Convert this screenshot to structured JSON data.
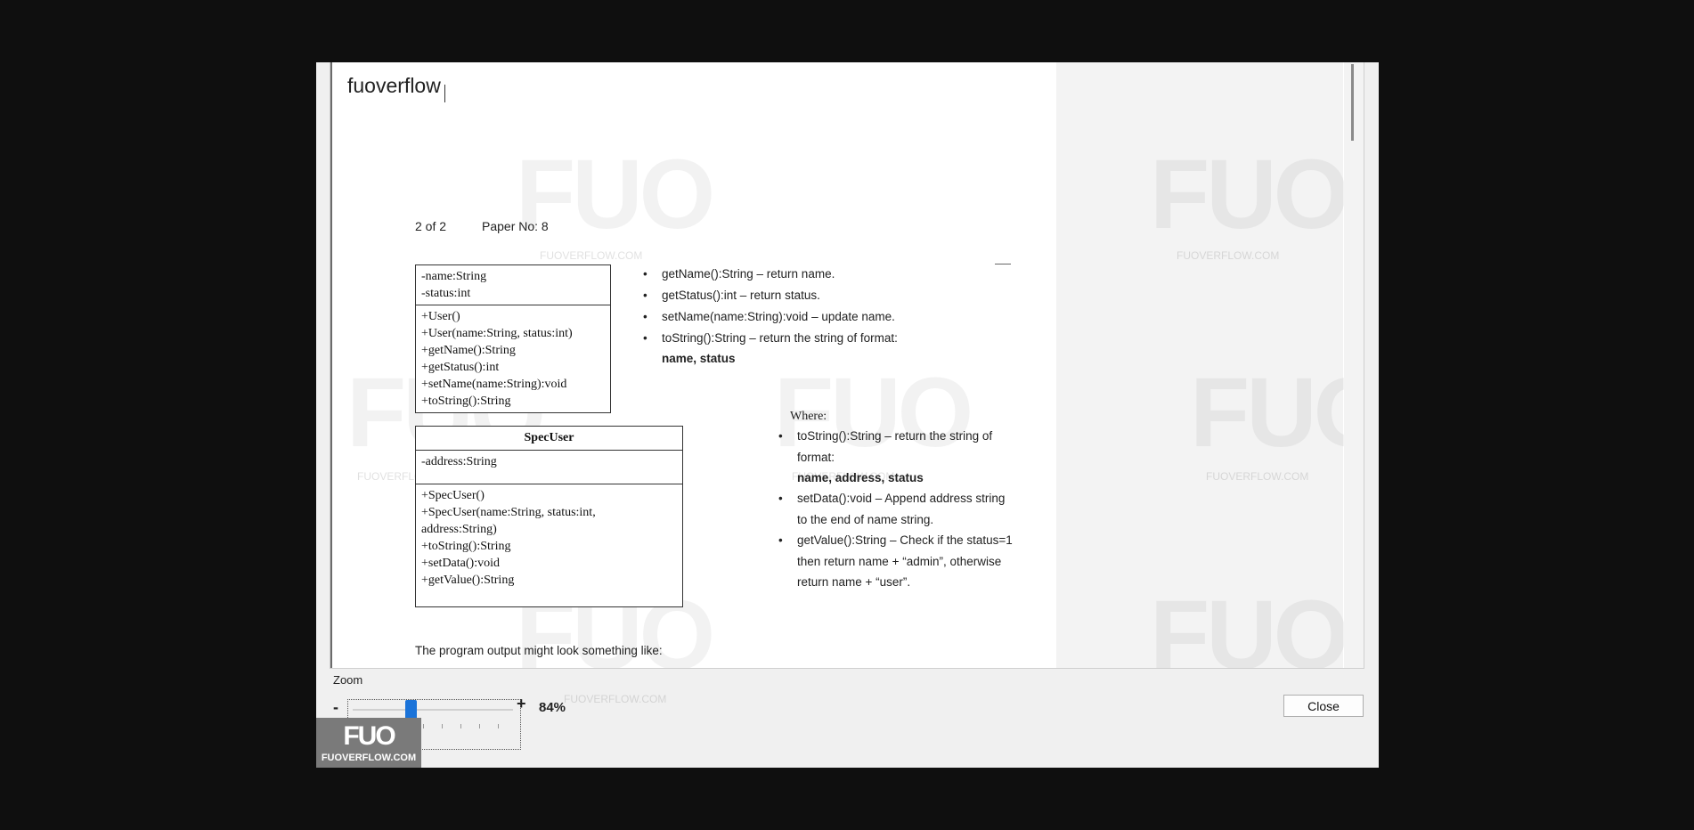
{
  "viewer": {
    "title_field": "fuoverflow"
  },
  "document": {
    "page_indicator": "2 of 2",
    "paper_no": "Paper No: 8",
    "user_class": {
      "attributes": [
        "-name:String",
        "-status:int"
      ],
      "methods": [
        "+User()",
        "+User(name:String, status:int)",
        "+getName():String",
        "+getStatus():int",
        "+setName(name:String):void",
        "+toString():String"
      ]
    },
    "user_methods_desc": [
      "getName():String – return name.",
      "getStatus():int – return status.",
      "setName(name:String):void – update name.",
      "toString():String – return the string of format:"
    ],
    "user_format": "name, status",
    "specuser_class": {
      "name": "SpecUser",
      "attributes": [
        "-address:String"
      ],
      "methods": [
        "+SpecUser()",
        "+SpecUser(name:String, status:int,",
        "address:String)",
        "+toString():String",
        "+setData():void",
        "+getValue():String"
      ]
    },
    "where_label": "Where:",
    "specuser_desc": {
      "item1_line1": "toString():String – return the string of",
      "item1_line2": "format:",
      "item1_format": "name, address, status",
      "item2_line1": "setData():void – Append address string",
      "item2_line2": "to the end of name string.",
      "item3_line1": "getValue():String – Check if the status=1",
      "item3_line2": "then return name + “admin”, otherwise",
      "item3_line3": "return name + “user”."
    },
    "output_text": "The program output might look something like:"
  },
  "watermarks": {
    "mark": "FUO",
    "url": "FUOVERFLOW.COM"
  },
  "controls": {
    "zoom_label": "Zoom",
    "zoom_minus": "-",
    "zoom_plus": "+",
    "zoom_value": "84%",
    "zoom_level_percent": 84,
    "close_label": "Close"
  },
  "logo": {
    "mark": "FUO",
    "url": "FUOVERFLOW.COM"
  }
}
